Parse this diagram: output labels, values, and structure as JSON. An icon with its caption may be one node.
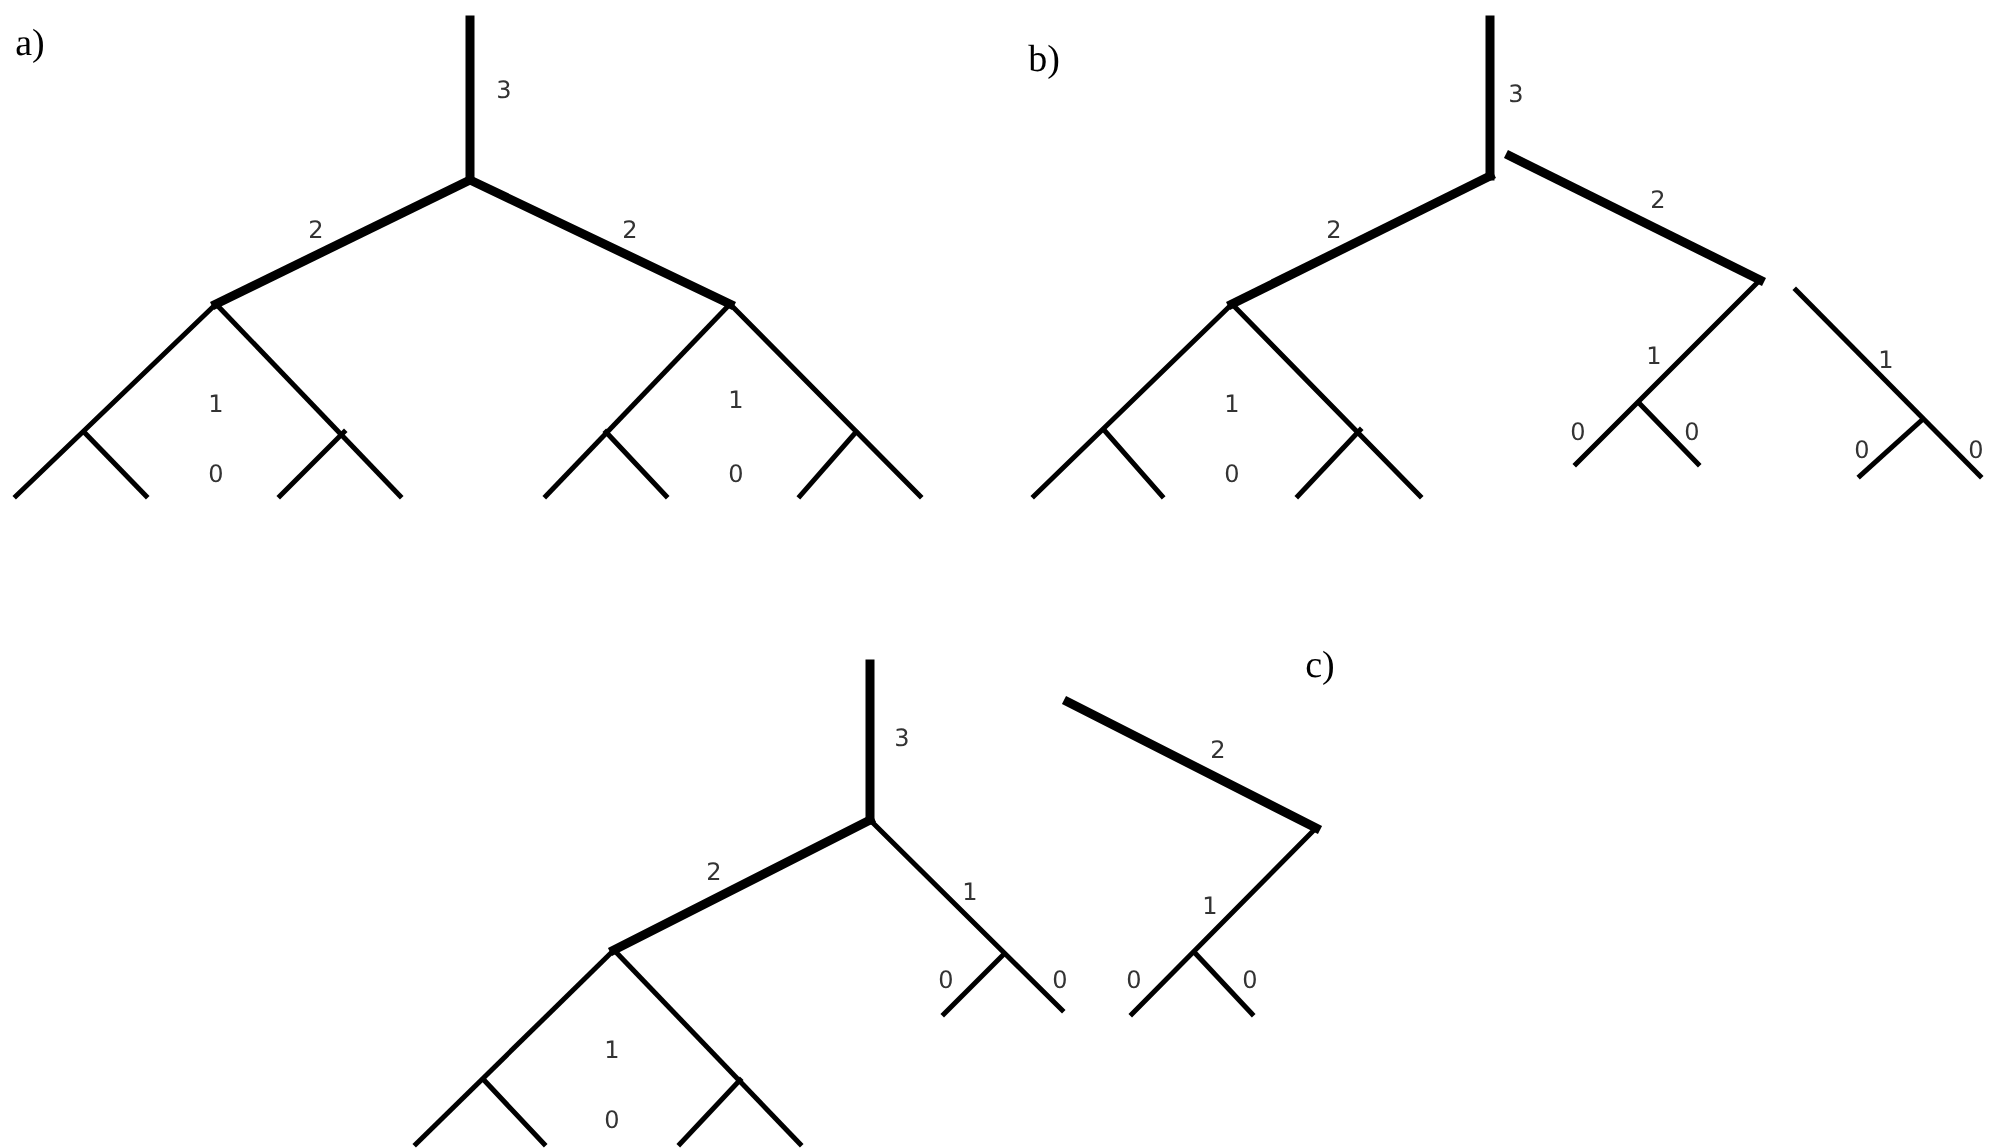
{
  "diagram": {
    "labels": [
      "a)",
      "3",
      "2",
      "2",
      "1",
      "0",
      "1",
      "0",
      "b)",
      "3",
      "2",
      "2",
      "1",
      "0",
      "1",
      "0",
      "0",
      "1",
      "0",
      "0",
      "c)",
      "3",
      "2",
      "2",
      "1",
      "0",
      "0",
      "1",
      "0",
      "0",
      "1",
      "0"
    ]
  }
}
